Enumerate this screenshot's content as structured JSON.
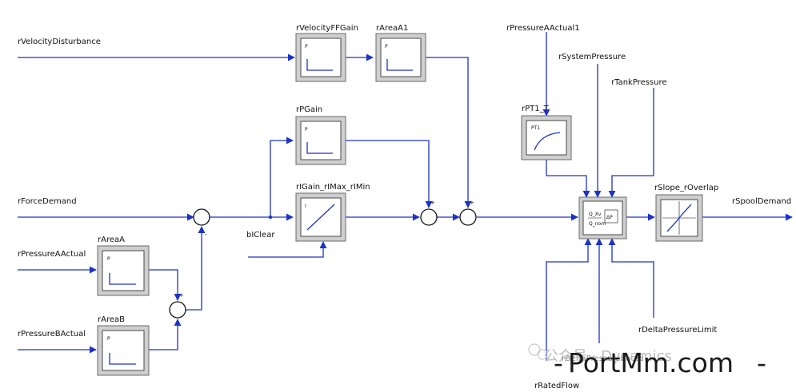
{
  "inputs": {
    "velocity_disturbance": "rVelocityDisturbance",
    "force_demand": "rForceDemand",
    "pressure_a_actual": "rPressureAActual",
    "pressure_b_actual": "rPressureBActual",
    "pressure_a_actual1": "rPressureAActual1",
    "system_pressure": "rSystemPressure",
    "tank_pressure": "rTankPressure",
    "rated_flow": "rRatedFlow",
    "delta_pressure_limit": "rDeltaPressureLimit",
    "delta_pressure_rated": "rDeltaPressureRated"
  },
  "outputs": {
    "spool_demand": "rSpoolDemand"
  },
  "blocks": {
    "velocity_ff_gain": {
      "name": "rVelocityFFGain",
      "glyph": "P"
    },
    "area_a1": {
      "name": "rAreaA1",
      "glyph": "P"
    },
    "p_gain": {
      "name": "rPGain",
      "glyph": "P"
    },
    "i_gain": {
      "name": "rIGain_rIMax_rIMin",
      "glyph": "I"
    },
    "pt1": {
      "name": "rPT1_T",
      "glyph": "PT1"
    },
    "area_a": {
      "name": "rAreaA",
      "glyph": "P"
    },
    "area_b": {
      "name": "rAreaB",
      "glyph": "P"
    },
    "slope_overlap": {
      "name": "rSlope_rOverlap"
    },
    "flow_calc": {
      "glyph_top": "Q_Xv",
      "glyph_bottom": "Q_nom",
      "glyph_right": "ΔP"
    }
  },
  "signals": {
    "i_clear": "bIClear"
  },
  "sum_signs": {
    "plus": "+",
    "minus": "-"
  },
  "watermark": {
    "prefix": "-",
    "text": "PortMm.com",
    "suffix": "-",
    "faint": "公众号 · Dynamics"
  },
  "colors": {
    "wire": "#1c33c9",
    "block_bezel": "#cfcfcf",
    "text": "#111111"
  }
}
